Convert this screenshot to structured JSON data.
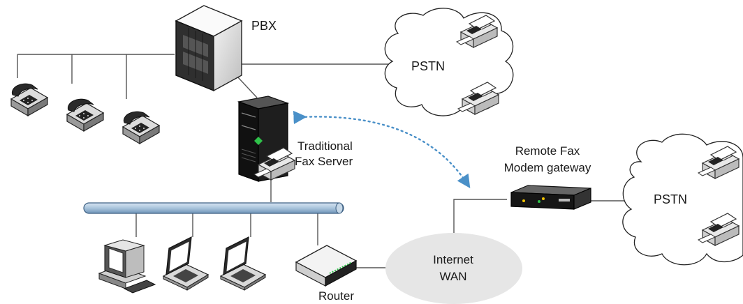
{
  "labels": {
    "pbx": "PBX",
    "pstn_top": "PSTN",
    "pstn_right": "PSTN",
    "fax_server_line1": "Traditional",
    "fax_server_line2": "Fax Server",
    "gateway_line1": "Remote Fax",
    "gateway_line2": "Modem gateway",
    "internet_line1": "Internet",
    "internet_line2": "WAN",
    "router": "Router"
  },
  "colors": {
    "lan_bus": "#a9c4dc",
    "dotted_link": "#4a90c8",
    "cloud_fill": "#ffffff",
    "wan_fill": "#e6e6e6",
    "device_dark": "#222222"
  }
}
